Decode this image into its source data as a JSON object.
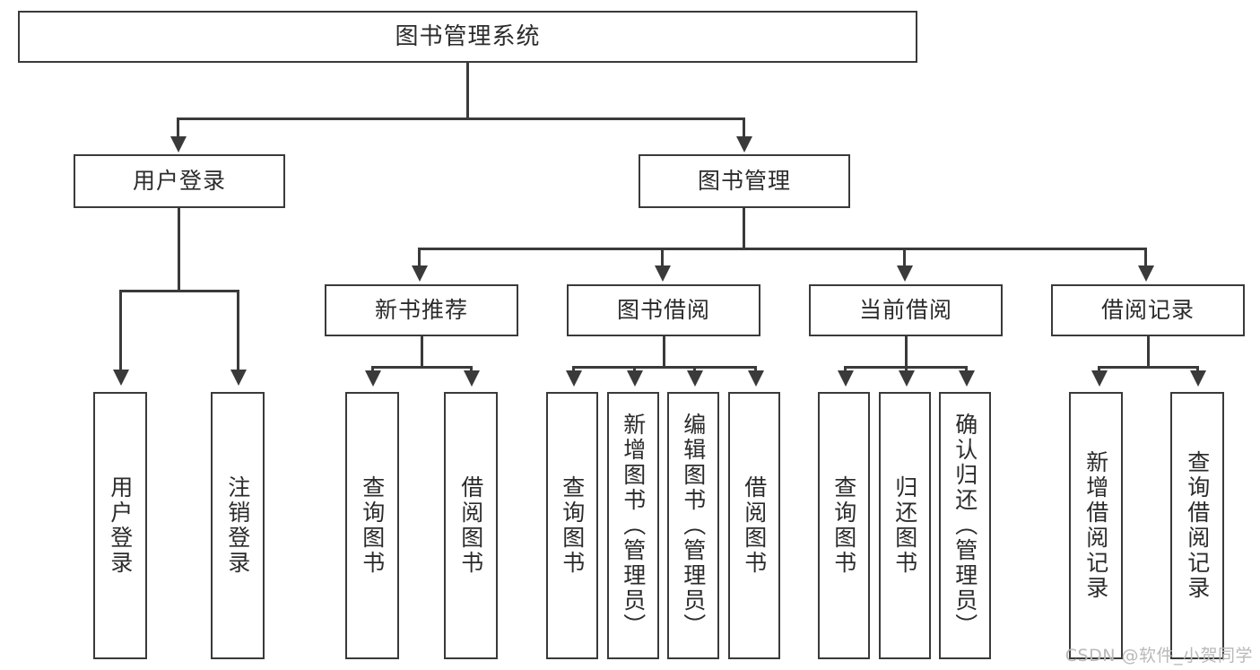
{
  "diagram": {
    "title": "图书管理系统",
    "root": {
      "label": "图书管理系统"
    },
    "level2": [
      {
        "label": "用户登录"
      },
      {
        "label": "图书管理"
      }
    ],
    "level3": [
      {
        "label": "新书推荐"
      },
      {
        "label": "图书借阅"
      },
      {
        "label": "当前借阅"
      },
      {
        "label": "借阅记录"
      }
    ],
    "leaves": {
      "user_login": [
        {
          "label": "用户登录"
        },
        {
          "label": "注销登录"
        }
      ],
      "new_book": [
        {
          "label": "查询图书"
        },
        {
          "label": "借阅图书"
        }
      ],
      "borrow": [
        {
          "label": "查询图书"
        },
        {
          "label": "新增图书（管理员）"
        },
        {
          "label": "编辑图书（管理员）"
        },
        {
          "label": "借阅图书"
        }
      ],
      "current": [
        {
          "label": "查询图书"
        },
        {
          "label": "归还图书"
        },
        {
          "label": "确认归还（管理员）"
        }
      ],
      "records": [
        {
          "label": "新增借阅记录"
        },
        {
          "label": "查询借阅记录"
        }
      ]
    }
  },
  "watermark": {
    "text": "CSDN @软件_小贺同学"
  },
  "colors": {
    "stroke": "#3a3a3a",
    "text": "#2b2b2b",
    "background": "#ffffff",
    "watermark": "#b9b9b9"
  }
}
